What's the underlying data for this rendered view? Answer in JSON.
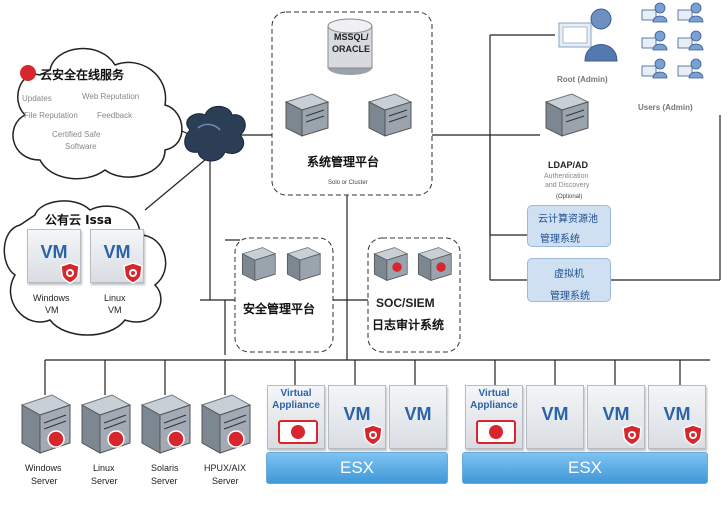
{
  "cloud_service": {
    "title": "云安全在线服务",
    "items": [
      "Updates",
      "Web Reputation",
      "File Reputation",
      "Feedback",
      "Certified Safe",
      "Software"
    ]
  },
  "public_cloud": {
    "title": "公有云 Issa",
    "vms": [
      {
        "badge": "VM",
        "label_line1": "Windows",
        "label_line2": "VM"
      },
      {
        "badge": "VM",
        "label_line1": "Linux",
        "label_line2": "VM"
      }
    ]
  },
  "management": {
    "db_label_line1": "MSSQL/",
    "db_label_line2": "ORACLE",
    "title": "系统管理平台",
    "subtitle": "Solo or Cluster"
  },
  "admin": {
    "root_label": "Root (Admin)",
    "users_label": "Users (Admin)"
  },
  "ldap": {
    "title": "LDAP/AD",
    "line1": "Authentication",
    "line2": "and Discovery",
    "line3": "(Optional)"
  },
  "cloud_pool": {
    "line1": "云计算资源池",
    "line2": "管理系统"
  },
  "vm_mgmt": {
    "line1": "虚拟机",
    "line2": "管理系统"
  },
  "security_mgmt": {
    "title": "安全管理平台"
  },
  "soc": {
    "title_line1": "SOC/SIEM",
    "title_line2": "日志审计系统"
  },
  "servers": [
    {
      "line1": "Windows",
      "line2": "Server"
    },
    {
      "line1": "Linux",
      "line2": "Server"
    },
    {
      "line1": "Solaris",
      "line2": "Server"
    },
    {
      "line1": "HPUX/AIX",
      "line2": "Server"
    }
  ],
  "esx_groups": [
    {
      "label": "ESX",
      "appliance_line1": "Virtual",
      "appliance_line2": "Appliance",
      "vms": [
        "VM",
        "VM"
      ]
    },
    {
      "label": "ESX",
      "appliance_line1": "Virtual",
      "appliance_line2": "Appliance",
      "vms": [
        "VM",
        "VM",
        "VM"
      ]
    }
  ],
  "colors": {
    "line": "#222222",
    "accent_red": "#d7262e",
    "vm_blue": "#2a63a9",
    "esx_blue": "#3f98d9",
    "box_blue": "#cfe0f2"
  }
}
